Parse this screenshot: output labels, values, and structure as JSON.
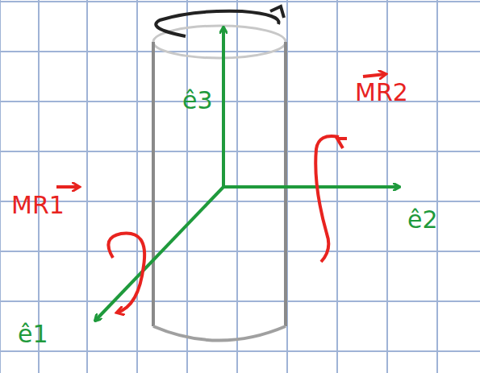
{
  "diagram": {
    "labels": [
      "ê3",
      "ê2",
      "ê1",
      "MR1",
      "MR2"
    ]
  }
}
